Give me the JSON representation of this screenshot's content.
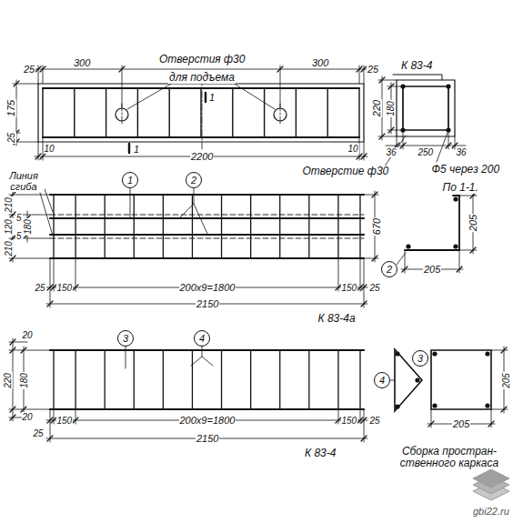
{
  "diagram": {
    "nodes": [
      {
        "text": [
          "1"
        ]
      },
      {
        "text": [
          "2"
        ]
      },
      {
        "text": [
          "2"
        ]
      },
      {
        "text": [
          "3"
        ]
      },
      {
        "text": [
          "4"
        ]
      },
      {
        "text": [
          "4"
        ]
      },
      {
        "text": [
          "3"
        ]
      }
    ],
    "labels": [
      "25",
      "300",
      "Отверстия ф30",
      "для подъема",
      "300",
      "25",
      "175",
      "25",
      "1",
      "1",
      "10",
      "10",
      "2200",
      "К 83-4",
      "220",
      "180",
      "36",
      "250",
      "36",
      "Отверстие ф30",
      "Ф5 через 200",
      "По 1-1.",
      "Линия сгиба",
      "210",
      "5",
      "120",
      "180",
      "5",
      "210",
      "670",
      "25",
      "150",
      "200х9=1800",
      "150",
      "25",
      "2150",
      "К 83-4а",
      "205",
      "205",
      "20",
      "220",
      "180",
      "20",
      "150",
      "200х9=1800",
      "150",
      "25",
      "25",
      "2150",
      "К 83-4",
      "205",
      "205",
      "Сборка простран- ственного каркаса",
      "gbi22.ru"
    ]
  }
}
